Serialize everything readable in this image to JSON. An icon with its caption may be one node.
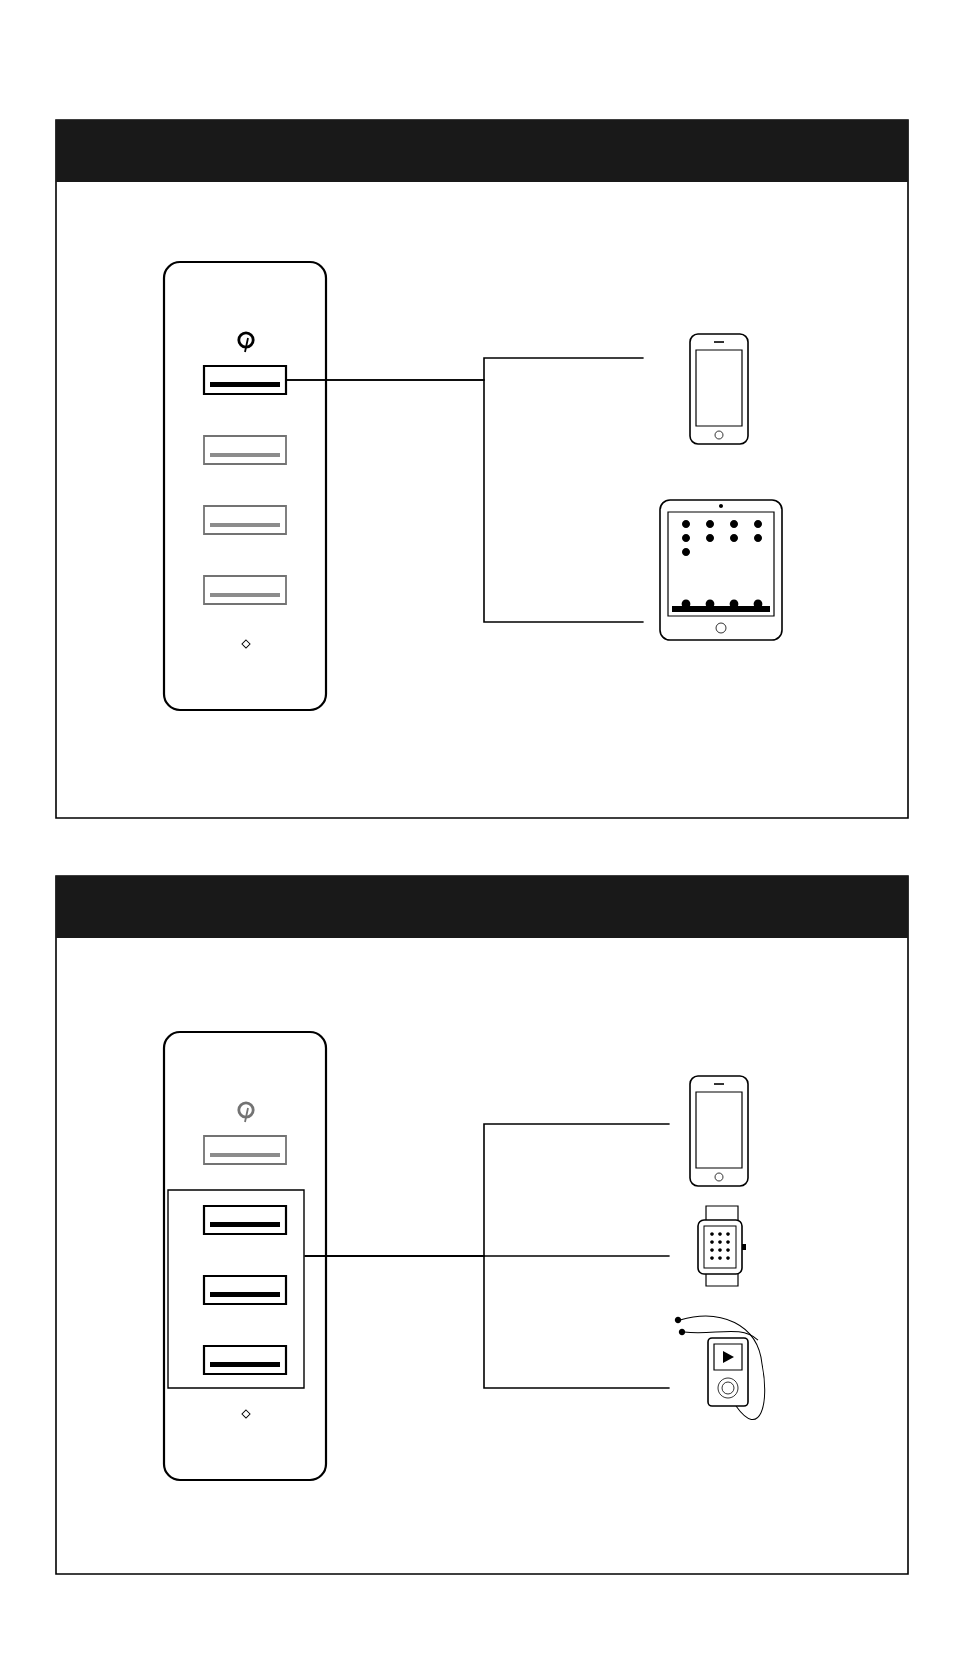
{
  "diagram": {
    "nodes": [
      {
        "text": [],
        "shape": "box"
      },
      {
        "text": [],
        "shape": "picture"
      },
      {
        "text": [],
        "shape": "picture"
      },
      {
        "text": [],
        "shape": "box"
      },
      {
        "text": [],
        "shape": "picture"
      },
      {
        "text": [],
        "shape": "picture"
      },
      {
        "text": [],
        "shape": "picture"
      }
    ],
    "edges": [
      {
        "from": 0,
        "to": 1,
        "arrow": "none"
      },
      {
        "from": 0,
        "to": 2,
        "arrow": "none"
      },
      {
        "from": 3,
        "to": 4,
        "arrow": "none"
      },
      {
        "from": 3,
        "to": 5,
        "arrow": "none"
      },
      {
        "from": 3,
        "to": 6,
        "arrow": "none"
      }
    ]
  }
}
